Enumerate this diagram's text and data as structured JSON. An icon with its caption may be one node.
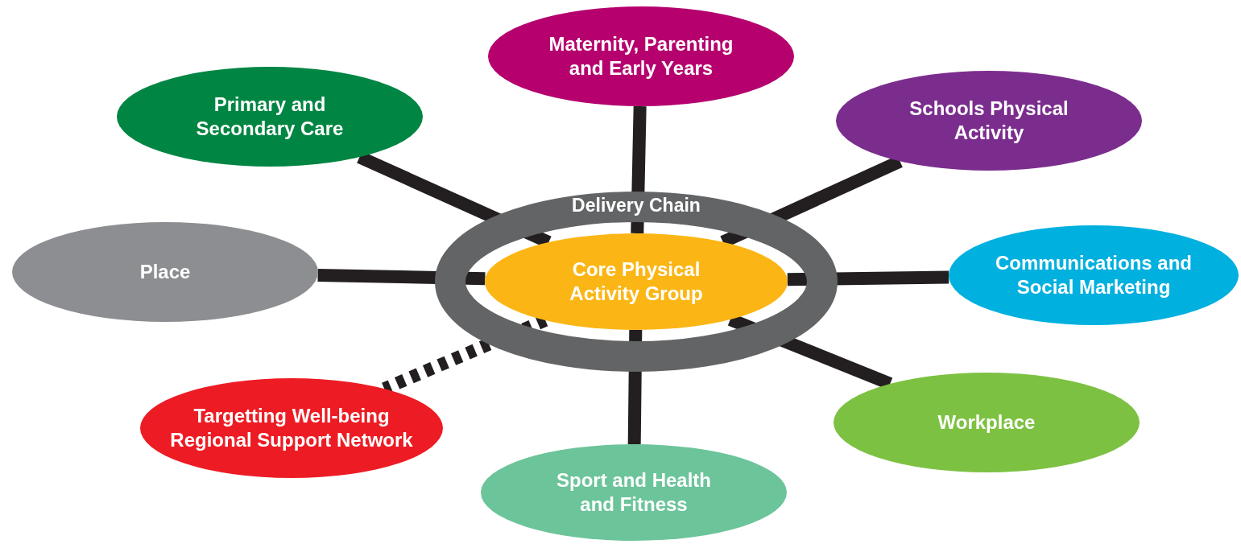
{
  "diagram": {
    "nodes": [
      {
        "text": [
          "Delivery Chain"
        ]
      },
      {
        "text": [
          "Core Physical Activity Group"
        ],
        "in": 0
      },
      {
        "text": [
          "Maternity, Parenting and Early Years"
        ]
      },
      {
        "text": [
          "Primary and Secondary Care"
        ]
      },
      {
        "text": [
          "Schools Physical Activity"
        ]
      },
      {
        "text": [
          "Place"
        ]
      },
      {
        "text": [
          "Communications and Social Marketing"
        ]
      },
      {
        "text": [
          "Targetting Well-being Regional Support Network"
        ]
      },
      {
        "text": [
          "Workplace"
        ]
      },
      {
        "text": [
          "Sport and Health and Fitness"
        ]
      }
    ],
    "edges": [
      {
        "from": 1,
        "to": 2,
        "arrow": "none"
      },
      {
        "from": 1,
        "to": 3,
        "arrow": "none"
      },
      {
        "from": 1,
        "to": 4,
        "arrow": "none"
      },
      {
        "from": 1,
        "to": 5,
        "arrow": "none"
      },
      {
        "from": 1,
        "to": 6,
        "arrow": "none"
      },
      {
        "from": 1,
        "to": 7,
        "arrow": "none",
        "style": "dashed"
      },
      {
        "from": 1,
        "to": 8,
        "arrow": "none"
      },
      {
        "from": 1,
        "to": 9,
        "arrow": "none"
      }
    ]
  }
}
